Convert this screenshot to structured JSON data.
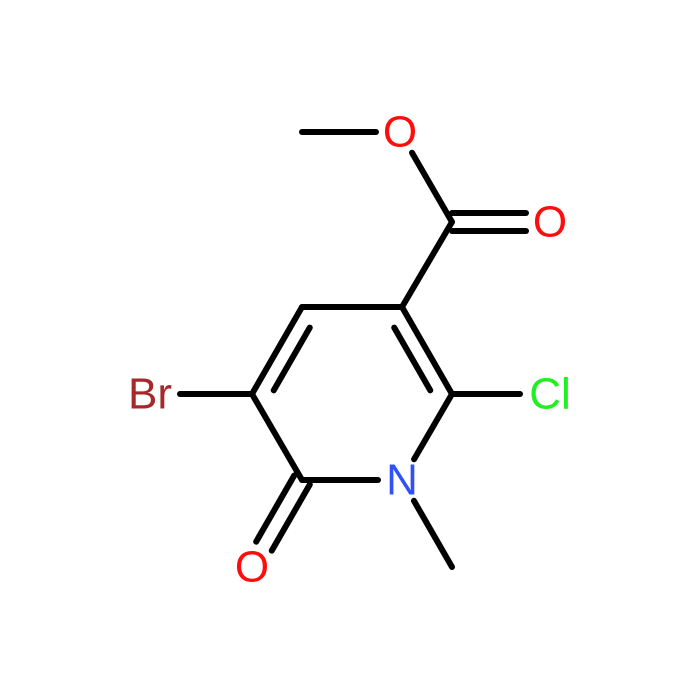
{
  "molecule": {
    "atoms": [
      {
        "id": "me_ester",
        "symbol": "",
        "color": "#000000"
      },
      {
        "id": "o_ester",
        "symbol": "O",
        "color": "#ff0d0d"
      },
      {
        "id": "c_carbonyl",
        "symbol": "",
        "color": "#000000"
      },
      {
        "id": "o_carbonyl",
        "symbol": "O",
        "color": "#ff0d0d"
      },
      {
        "id": "c3",
        "symbol": "",
        "color": "#000000"
      },
      {
        "id": "c4",
        "symbol": "",
        "color": "#000000"
      },
      {
        "id": "c5",
        "symbol": "",
        "color": "#000000"
      },
      {
        "id": "c6",
        "symbol": "",
        "color": "#000000"
      },
      {
        "id": "n1",
        "symbol": "N",
        "color": "#3050f8"
      },
      {
        "id": "c2",
        "symbol": "",
        "color": "#000000"
      },
      {
        "id": "cl",
        "symbol": "Cl",
        "color": "#1ff01f"
      },
      {
        "id": "br",
        "symbol": "Br",
        "color": "#a62929"
      },
      {
        "id": "o_ring",
        "symbol": "O",
        "color": "#ff0d0d"
      },
      {
        "id": "me_n",
        "symbol": "",
        "color": "#000000"
      }
    ],
    "bonds": [
      {
        "a": "me_ester",
        "b": "o_ester",
        "order": 1
      },
      {
        "a": "o_ester",
        "b": "c_carbonyl",
        "order": 1
      },
      {
        "a": "c_carbonyl",
        "b": "o_carbonyl",
        "order": 2
      },
      {
        "a": "c_carbonyl",
        "b": "c3",
        "order": 1
      },
      {
        "a": "c3",
        "b": "c4",
        "order": 1
      },
      {
        "a": "c4",
        "b": "c5",
        "order": 2
      },
      {
        "a": "c5",
        "b": "c6",
        "order": 1
      },
      {
        "a": "c6",
        "b": "n1",
        "order": 1
      },
      {
        "a": "n1",
        "b": "c2",
        "order": 1
      },
      {
        "a": "c2",
        "b": "c3",
        "order": 2
      },
      {
        "a": "c2",
        "b": "cl",
        "order": 1
      },
      {
        "a": "c5",
        "b": "br",
        "order": 1
      },
      {
        "a": "c6",
        "b": "o_ring",
        "order": 2
      },
      {
        "a": "n1",
        "b": "me_n",
        "order": 1
      }
    ]
  }
}
